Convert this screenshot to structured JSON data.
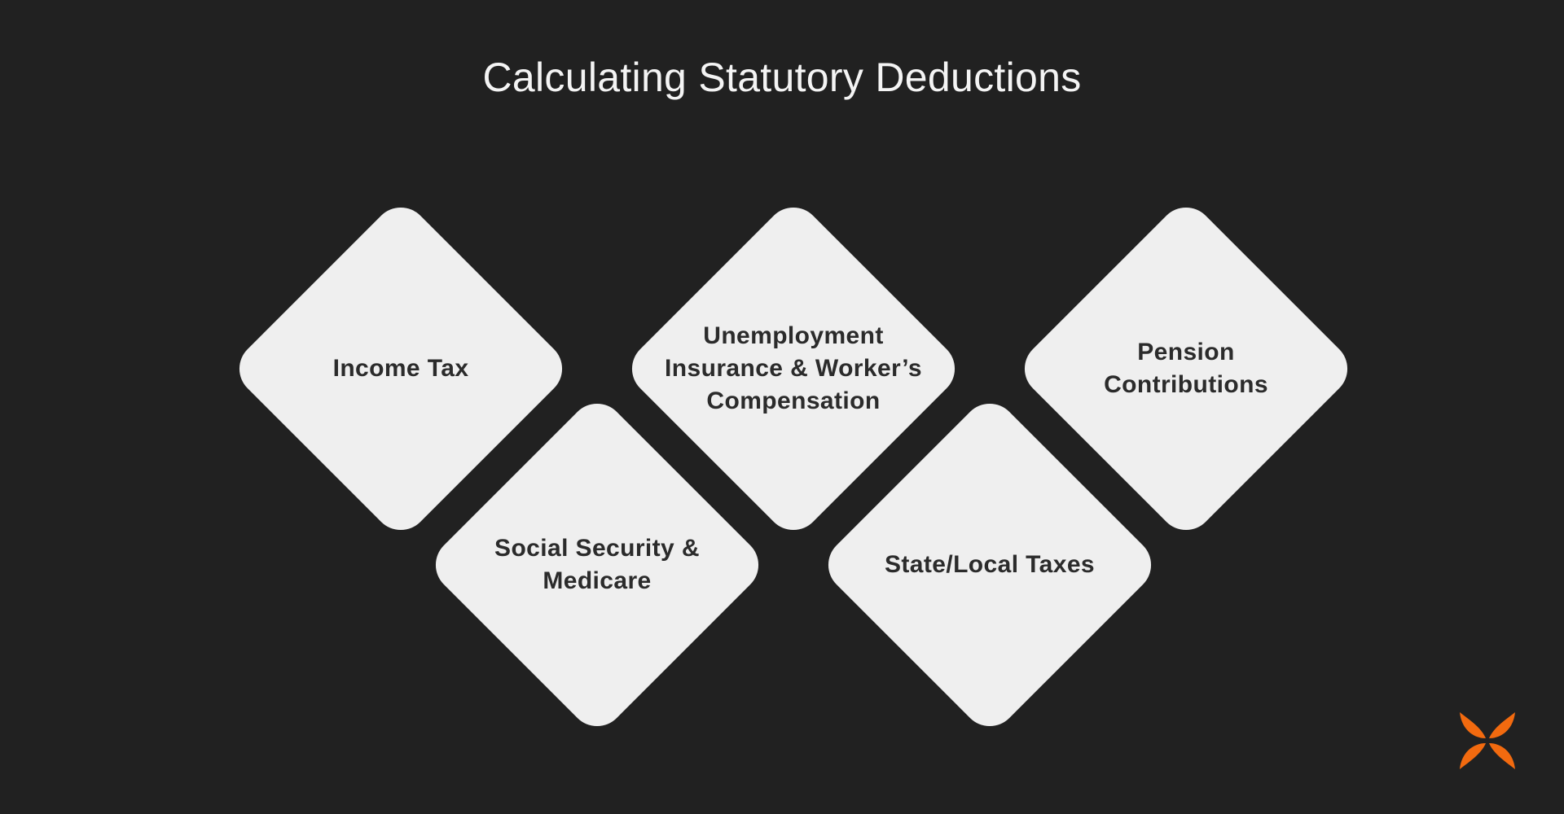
{
  "title": "Calculating Statutory Deductions",
  "colors": {
    "background": "#212121",
    "diamond_fill": "#efefef",
    "label_text": "#2b2b2b",
    "title_text": "#f4f4f4",
    "logo_accent": "#f26a0f"
  },
  "items": [
    {
      "label": "Income Tax"
    },
    {
      "label": "Social Security &\nMedicare"
    },
    {
      "label": "Unemployment\nInsurance & Worker’s\nCompensation"
    },
    {
      "label": "State/Local Taxes"
    },
    {
      "label": "Pension\nContributions"
    }
  ],
  "logo": {
    "icon": "butterfly-logo-icon"
  }
}
